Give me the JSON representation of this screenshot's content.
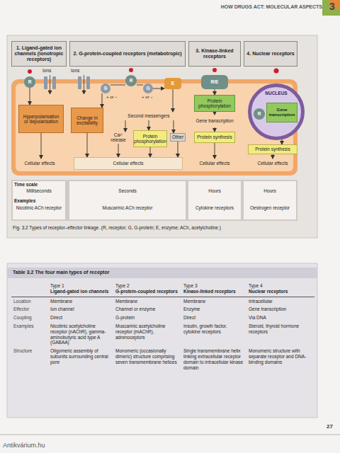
{
  "diagram": {
    "caption": "Fig. 3.2 Types of receptor–effector linkage. (R, receptor; G, G-protein; E, enzyme; ACh, acetylcholine.)",
    "nodes": [
      {
        "text": [
          "1. Ligand-gated ion channels (ionotropic receptors)"
        ]
      },
      {
        "text": [
          "2. G-protein-coupled receptors (metabotropic)"
        ]
      },
      {
        "text": [
          "3. Kinase-linked receptors"
        ]
      },
      {
        "text": [
          "4. Nuclear receptors"
        ]
      },
      {
        "text": [
          "R"
        ]
      },
      {
        "text": [
          "Hyperpolarisation or depolarisation"
        ]
      },
      {
        "text": [
          "Cellular effects"
        ]
      },
      {
        "text": [
          "R"
        ]
      },
      {
        "text": [
          "G"
        ]
      },
      {
        "text": [
          "G"
        ]
      },
      {
        "text": [
          "E"
        ]
      },
      {
        "text": [
          "Change in excitability"
        ]
      },
      {
        "text": [
          "Second messengers"
        ]
      },
      {
        "text": [
          "Ca²⁺ release"
        ]
      },
      {
        "text": [
          "Protein phosphorylation"
        ]
      },
      {
        "text": [
          "Other"
        ]
      },
      {
        "text": [
          "Cellular effects"
        ]
      },
      {
        "text": [
          "R/E"
        ]
      },
      {
        "text": [
          "Protein phosphorylation"
        ]
      },
      {
        "text": [
          "Gene transcription"
        ]
      },
      {
        "text": [
          "Protein synthesis"
        ]
      },
      {
        "text": [
          "Cellular effects"
        ]
      },
      {
        "text": [
          "NUCLEUS"
        ]
      },
      {
        "text": [
          "R"
        ],
        "in": 22
      },
      {
        "text": [
          "Gene transcription"
        ],
        "in": 22
      },
      {
        "text": [
          "Protein synthesis"
        ]
      },
      {
        "text": [
          "Cellular effects"
        ]
      }
    ],
    "edges": [
      {
        "from": 4,
        "to": 5,
        "arrow": "to"
      },
      {
        "from": 5,
        "to": 6,
        "arrow": "to"
      },
      {
        "from": 7,
        "to": 8,
        "arrow": "none"
      },
      {
        "from": 7,
        "to": 9,
        "arrow": "none"
      },
      {
        "from": 8,
        "to": 11,
        "arrow": "to"
      },
      {
        "from": 9,
        "to": 10,
        "arrow": "to"
      },
      {
        "from": 10,
        "to": 12,
        "arrow": "to"
      },
      {
        "from": 11,
        "to": 16,
        "arrow": "to"
      },
      {
        "from": 12,
        "to": 13,
        "arrow": "to"
      },
      {
        "from": 12,
        "to": 14,
        "arrow": "to"
      },
      {
        "from": 12,
        "to": 15,
        "arrow": "to"
      },
      {
        "from": 13,
        "to": 16,
        "arrow": "to"
      },
      {
        "from": 14,
        "to": 16,
        "arrow": "to"
      },
      {
        "from": 15,
        "to": 16,
        "arrow": "to"
      },
      {
        "from": 17,
        "to": 18,
        "arrow": "to"
      },
      {
        "from": 18,
        "to": 19,
        "arrow": "to"
      },
      {
        "from": 19,
        "to": 20,
        "arrow": "to"
      },
      {
        "from": 20,
        "to": 21,
        "arrow": "to"
      },
      {
        "from": 23,
        "to": 24,
        "arrow": "to"
      },
      {
        "from": 24,
        "to": 25,
        "arrow": "to"
      },
      {
        "from": 25,
        "to": 26,
        "arrow": "to"
      }
    ],
    "labels": [
      "HOW DRUGS ACT: MOLECULAR ASPECTS",
      "3",
      "Ions",
      "Ions",
      "+ or −",
      "+ or −",
      "Time scale",
      "Milliseconds",
      "Examples",
      "Nicotinic ACh receptor",
      "Seconds",
      "Muscarinic ACh receptor",
      "Hours",
      "Cytokine receptors",
      "Hours",
      "Oestrogen receptor",
      "Table 3.2 The four main types of receptor",
      "Type 1",
      "Ligand-gated ion channels",
      "Type 2",
      "G-protein-coupled receptors",
      "Type 3",
      "Kinase-linked receptors",
      "Type 4",
      "Nuclear receptors",
      "Location",
      "Membrane",
      "Membrane",
      "Membrane",
      "Intracellular",
      "Effector",
      "Ion channel",
      "Channel or enzyme",
      "Enzyme",
      "Gene transcription",
      "Coupling",
      "Direct",
      "G-protein",
      "Direct",
      "Via DNA",
      "Examples",
      "Nicotinic acetylcholine receptor (nAChR), gamma-aminobutyric acid type A (GABAA)",
      "Muscarinic acetylcholine receptor (mAChR), adrenoceptors",
      "Insulin, growth factor, cytokine receptors",
      "Steroid, thyroid hormone receptors",
      "Structure",
      "Oligomeric assembly of subunits surrounding central pore",
      "Monomeric (occasionally dimeric) structure comprising seven transmembrane helices",
      "Single transmembrane helix linking extracellular receptor domain to intracellular kinase domain",
      "Monomeric structure with separate receptor and DNA-binding domains",
      "27",
      "Antikvárium.hu"
    ]
  }
}
